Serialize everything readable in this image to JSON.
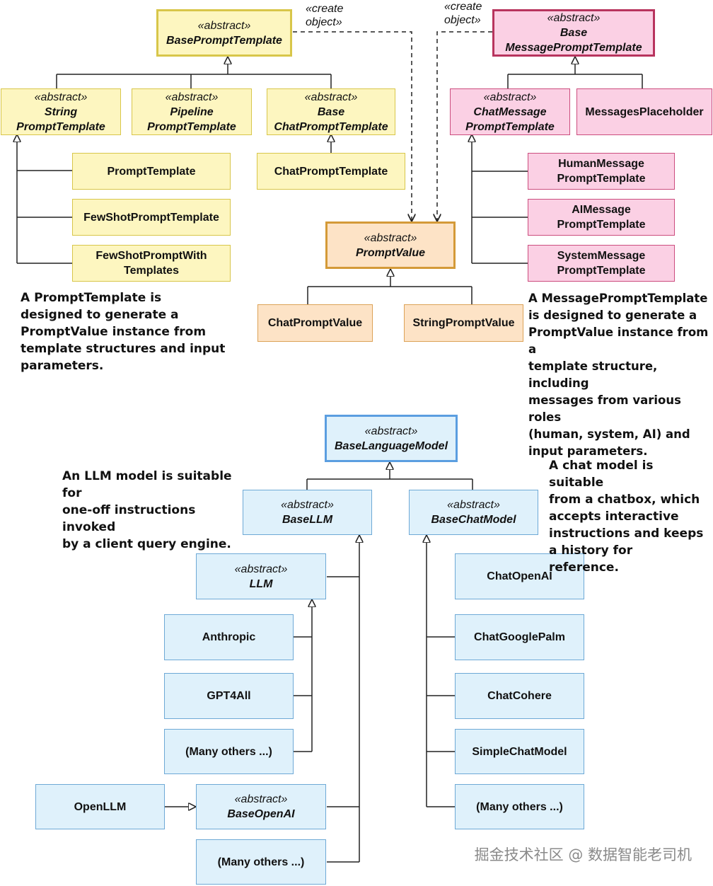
{
  "stereotype": "«abstract»",
  "create_label": "«create\nobject»",
  "boxes": {
    "base_prompt_template": "BasePromptTemplate",
    "string_prompt_template": "String\nPromptTemplate",
    "pipeline_prompt_template": "Pipeline\nPromptTemplate",
    "base_chat_prompt_template": "Base\nChatPromptTemplate",
    "prompt_template": "PromptTemplate",
    "few_shot_prompt_template": "FewShotPromptTemplate",
    "few_shot_prompt_with_templates": "FewShotPromptWith\nTemplates",
    "chat_prompt_template": "ChatPromptTemplate",
    "base_message_prompt_template": "Base\nMessagePromptTemplate",
    "chat_message_prompt_template": "ChatMessage\nPromptTemplate",
    "messages_placeholder": "MessagesPlaceholder",
    "human_message_prompt_template": "HumanMessage\nPromptTemplate",
    "ai_message_prompt_template": "AIMessage\nPromptTemplate",
    "system_message_prompt_template": "SystemMessage\nPromptTemplate",
    "prompt_value": "PromptValue",
    "chat_prompt_value": "ChatPromptValue",
    "string_prompt_value": "StringPromptValue",
    "base_language_model": "BaseLanguageModel",
    "base_llm": "BaseLLM",
    "base_chat_model": "BaseChatModel",
    "llm": "LLM",
    "anthropic": "Anthropic",
    "gpt4all": "GPT4All",
    "many_others_llm": "(Many others ...)",
    "open_llm": "OpenLLM",
    "base_openai": "BaseOpenAI",
    "many_others_base_llm": "(Many others ...)",
    "chat_openai": "ChatOpenAI",
    "chat_google_palm": "ChatGooglePalm",
    "chat_cohere": "ChatCohere",
    "simple_chat_model": "SimpleChatModel",
    "many_others_chat": "(Many others ...)"
  },
  "notes": {
    "prompt_template_note": "A PromptTemplate is\ndesigned to generate a\nPromptValue instance from\ntemplate structures and input\nparameters.",
    "message_prompt_template_note": "A MessagePromptTemplate\nis designed to generate a\nPromptValue instance from a\ntemplate structure, including\nmessages from various roles\n(human, system, AI) and\ninput parameters.",
    "llm_note": "An LLM model is suitable for\none-off instructions invoked\nby a client query engine.",
    "chat_model_note": "A chat model is suitable\nfrom a chatbox, which\naccepts interactive\ninstructions and keeps\na history for reference."
  },
  "watermark": "掘金技术社区 @ 数据智能老司机",
  "colors": {
    "prompt_yellow": "#fdf6c0",
    "message_pink": "#fbd0e4",
    "value_orange": "#fde3c6",
    "model_blue": "#dff1fb"
  }
}
